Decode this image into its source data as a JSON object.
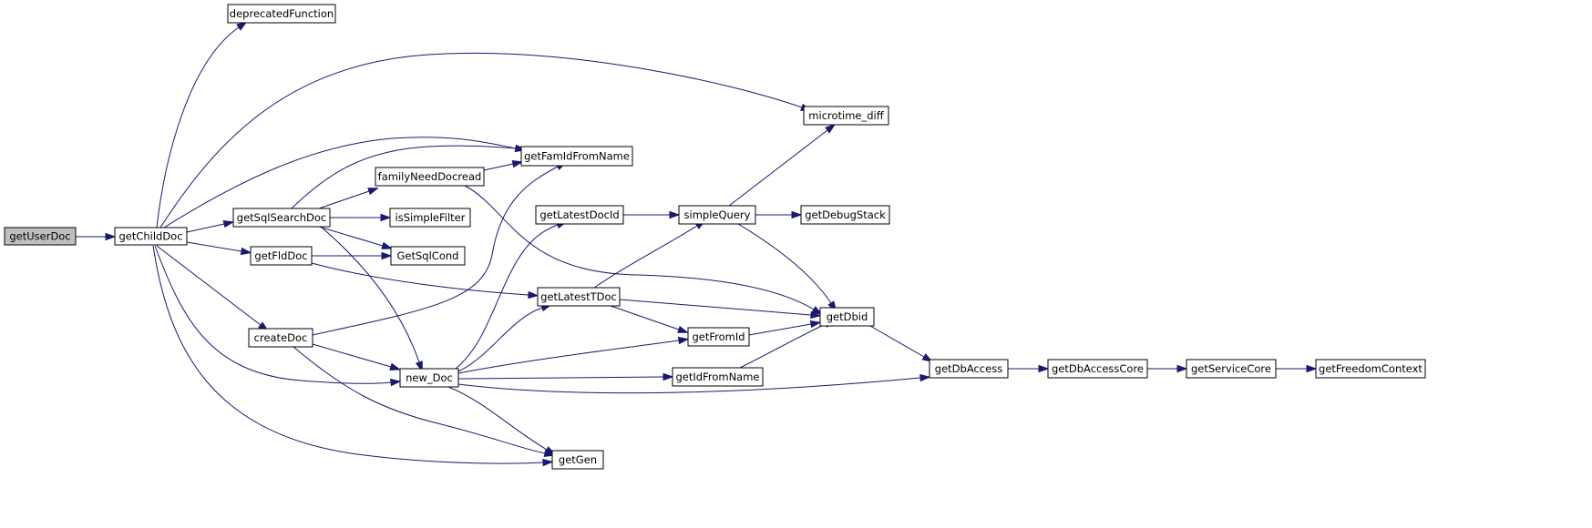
{
  "colors": {
    "edge": "#191970",
    "node_fill": "#ffffff",
    "root_fill": "#bfbfbf",
    "node_border": "#000000"
  },
  "root": "getUserDoc",
  "nodes": [
    {
      "id": "getUserDoc",
      "label": "getUserDoc"
    },
    {
      "id": "getChildDoc",
      "label": "getChildDoc"
    },
    {
      "id": "deprecatedFunction",
      "label": "deprecatedFunction"
    },
    {
      "id": "microtime_diff",
      "label": "microtime_diff"
    },
    {
      "id": "getFamIdFromName",
      "label": "getFamIdFromName"
    },
    {
      "id": "familyNeedDocread",
      "label": "familyNeedDocread"
    },
    {
      "id": "getSqlSearchDoc",
      "label": "getSqlSearchDoc"
    },
    {
      "id": "isSimpleFilter",
      "label": "isSimpleFilter"
    },
    {
      "id": "GetSqlCond",
      "label": "GetSqlCond"
    },
    {
      "id": "getFldDoc",
      "label": "getFldDoc"
    },
    {
      "id": "getLatestDocId",
      "label": "getLatestDocId"
    },
    {
      "id": "simpleQuery",
      "label": "simpleQuery"
    },
    {
      "id": "getDebugStack",
      "label": "getDebugStack"
    },
    {
      "id": "getLatestTDoc",
      "label": "getLatestTDoc"
    },
    {
      "id": "getDbid",
      "label": "getDbid"
    },
    {
      "id": "createDoc",
      "label": "createDoc"
    },
    {
      "id": "getFromId",
      "label": "getFromId"
    },
    {
      "id": "new_Doc",
      "label": "new_Doc"
    },
    {
      "id": "getIdFromName",
      "label": "getIdFromName"
    },
    {
      "id": "getDbAccess",
      "label": "getDbAccess"
    },
    {
      "id": "getDbAccessCore",
      "label": "getDbAccessCore"
    },
    {
      "id": "getServiceCore",
      "label": "getServiceCore"
    },
    {
      "id": "getFreedomContext",
      "label": "getFreedomContext"
    },
    {
      "id": "getGen",
      "label": "getGen"
    }
  ],
  "edges": [
    {
      "from": "getUserDoc",
      "to": "getChildDoc"
    },
    {
      "from": "getChildDoc",
      "to": "deprecatedFunction"
    },
    {
      "from": "getChildDoc",
      "to": "microtime_diff"
    },
    {
      "from": "getChildDoc",
      "to": "getFamIdFromName"
    },
    {
      "from": "getChildDoc",
      "to": "getSqlSearchDoc"
    },
    {
      "from": "getChildDoc",
      "to": "getFldDoc"
    },
    {
      "from": "getChildDoc",
      "to": "createDoc"
    },
    {
      "from": "getChildDoc",
      "to": "new_Doc"
    },
    {
      "from": "getChildDoc",
      "to": "getGen"
    },
    {
      "from": "getSqlSearchDoc",
      "to": "getFamIdFromName"
    },
    {
      "from": "getSqlSearchDoc",
      "to": "familyNeedDocread"
    },
    {
      "from": "getSqlSearchDoc",
      "to": "isSimpleFilter"
    },
    {
      "from": "getSqlSearchDoc",
      "to": "GetSqlCond"
    },
    {
      "from": "getSqlSearchDoc",
      "to": "new_Doc"
    },
    {
      "from": "familyNeedDocread",
      "to": "getFamIdFromName"
    },
    {
      "from": "familyNeedDocread",
      "to": "getDbid"
    },
    {
      "from": "getFldDoc",
      "to": "GetSqlCond"
    },
    {
      "from": "getFldDoc",
      "to": "getLatestTDoc"
    },
    {
      "from": "createDoc",
      "to": "getFamIdFromName"
    },
    {
      "from": "createDoc",
      "to": "new_Doc"
    },
    {
      "from": "createDoc",
      "to": "getGen"
    },
    {
      "from": "new_Doc",
      "to": "getLatestDocId"
    },
    {
      "from": "new_Doc",
      "to": "getLatestTDoc"
    },
    {
      "from": "new_Doc",
      "to": "getFromId"
    },
    {
      "from": "new_Doc",
      "to": "getIdFromName"
    },
    {
      "from": "new_Doc",
      "to": "getDbAccess"
    },
    {
      "from": "new_Doc",
      "to": "getGen"
    },
    {
      "from": "getLatestDocId",
      "to": "simpleQuery"
    },
    {
      "from": "getLatestTDoc",
      "to": "simpleQuery"
    },
    {
      "from": "getLatestTDoc",
      "to": "getDbid"
    },
    {
      "from": "getLatestTDoc",
      "to": "getFromId"
    },
    {
      "from": "simpleQuery",
      "to": "microtime_diff"
    },
    {
      "from": "simpleQuery",
      "to": "getDebugStack"
    },
    {
      "from": "simpleQuery",
      "to": "getDbid"
    },
    {
      "from": "getFromId",
      "to": "getDbid"
    },
    {
      "from": "getIdFromName",
      "to": "getDbid"
    },
    {
      "from": "getDbid",
      "to": "getDbAccess"
    },
    {
      "from": "getDbAccess",
      "to": "getDbAccessCore"
    },
    {
      "from": "getDbAccessCore",
      "to": "getServiceCore"
    },
    {
      "from": "getServiceCore",
      "to": "getFreedomContext"
    }
  ]
}
